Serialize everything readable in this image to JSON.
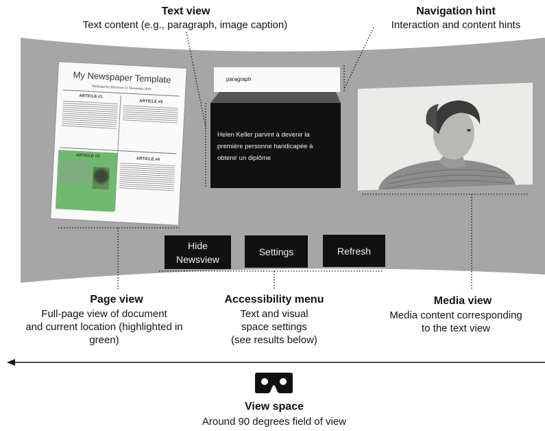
{
  "annotations": {
    "text_view": {
      "title": "Text view",
      "desc": "Text content (e.g., paragraph, image caption)"
    },
    "navigation_hint": {
      "title": "Navigation hint",
      "desc": "Interaction and content hints"
    },
    "page_view": {
      "title": "Page view",
      "desc_lines": [
        "Full-page view of document",
        "and current location (highlighted in",
        "green)"
      ]
    },
    "accessibility_menu": {
      "title": "Accessibility menu",
      "desc_lines": [
        "Text and visual",
        "space settings",
        "(see results below)"
      ]
    },
    "media_view": {
      "title": "Media view",
      "desc_lines": [
        "Media content corresponding",
        "to the text view"
      ]
    },
    "view_space": {
      "title": "View space",
      "desc": "Around 90 degrees field of view"
    }
  },
  "newspaper": {
    "title": "My Newspaper Template",
    "subtitle": "Published by Blovision 25 November 2019",
    "articles": [
      "ARTICLE #1",
      "ARTICLE #2",
      "ARTICLE #3",
      "ARTICLE #4"
    ],
    "highlight_color": "#70b96e"
  },
  "hint_box": {
    "label": "paragraph"
  },
  "text_view_box": {
    "lines": [
      "Helen Keller parvint à devenir la",
      "première personne handicapée à",
      "obtenir un diplôme"
    ]
  },
  "menu": {
    "hide_lines": [
      "Hide",
      "Newsview"
    ],
    "settings": "Settings",
    "refresh": "Refresh"
  },
  "colors": {
    "panel": "#a6a6a6",
    "dark": "#111111"
  },
  "icons": {
    "view_space": "vr-headset-icon",
    "arrow": "arrow-left-icon"
  }
}
